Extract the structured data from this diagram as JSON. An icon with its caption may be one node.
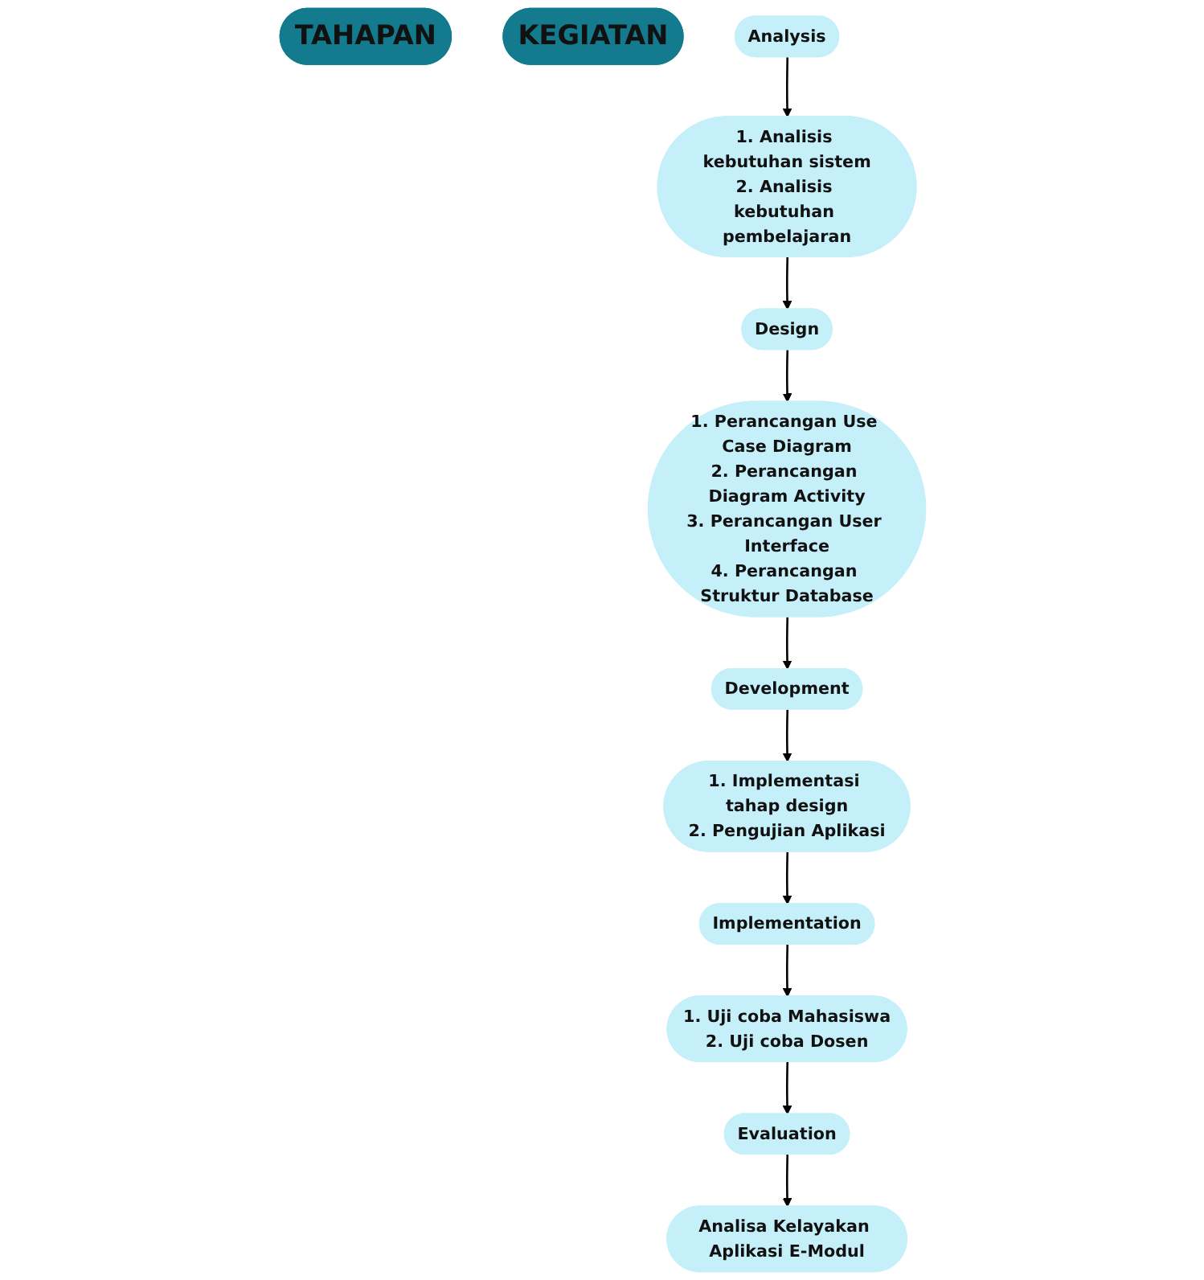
{
  "diagram": {
    "nodes": [
      {
        "text": [
          "TAHAPAN"
        ]
      },
      {
        "text": [
          "KEGIATAN"
        ]
      },
      {
        "text": [
          "Analysis"
        ]
      },
      {
        "text": [
          "1. Analisis kebutuhan sistem",
          "2. Analisis kebutuhan pembelajaran"
        ]
      },
      {
        "text": [
          "Design"
        ]
      },
      {
        "text": [
          "1. Perancangan Use Case Diagram",
          "2. Perancangan Diagram Activity",
          "3. Perancangan User Interface",
          "4. Perancangan Struktur Database"
        ]
      },
      {
        "text": [
          "Development"
        ]
      },
      {
        "text": [
          "1. Implementasi tahap design",
          "2. Pengujian Aplikasi"
        ]
      },
      {
        "text": [
          "Implementation"
        ]
      },
      {
        "text": [
          "1. Uji coba Mahasiswa",
          "2. Uji coba Dosen"
        ]
      },
      {
        "text": [
          "Evaluation"
        ]
      },
      {
        "text": [
          "Analisa Kelayakan Aplikasi E-Modul"
        ]
      }
    ],
    "edges": [
      {
        "from": 2,
        "to": 3,
        "arrow": "to"
      },
      {
        "from": 3,
        "to": 4,
        "arrow": "to"
      },
      {
        "from": 4,
        "to": 5,
        "arrow": "to"
      },
      {
        "from": 5,
        "to": 6,
        "arrow": "to"
      },
      {
        "from": 6,
        "to": 7,
        "arrow": "to"
      },
      {
        "from": 7,
        "to": 8,
        "arrow": "to"
      },
      {
        "from": 8,
        "to": 9,
        "arrow": "to"
      },
      {
        "from": 9,
        "to": 10,
        "arrow": "to"
      },
      {
        "from": 10,
        "to": 11,
        "arrow": "to"
      }
    ]
  }
}
